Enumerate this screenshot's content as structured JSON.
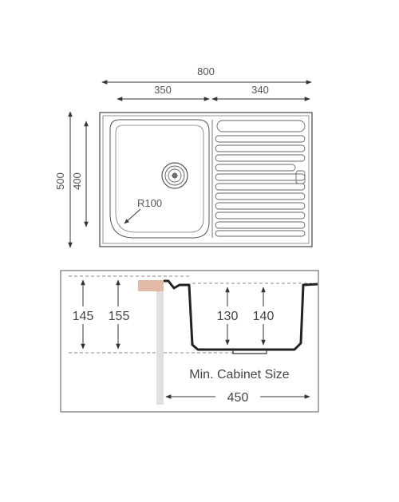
{
  "top_view": {
    "overall_width": "800",
    "bowl_width": "350",
    "drainer_width": "340",
    "overall_depth": "500",
    "bowl_depth": "400",
    "corner_radius": "R100"
  },
  "section_view": {
    "counter_depth_1": "145",
    "counter_depth_2": "155",
    "bowl_depth_1": "130",
    "bowl_depth_2": "140",
    "cabinet_label": "Min. Cabinet Size",
    "cabinet_width": "450"
  },
  "colors": {
    "line": "#333333",
    "countertop": "#e2b8a6",
    "wall": "#e0e0e0",
    "dashed": "#888888"
  }
}
